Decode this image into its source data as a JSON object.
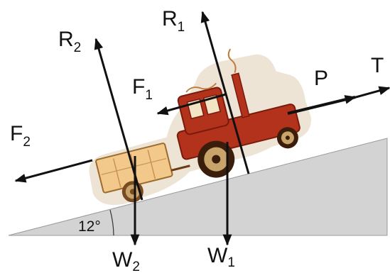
{
  "labels": {
    "R1": {
      "main": "R",
      "sub": "1"
    },
    "R2": {
      "main": "R",
      "sub": "2"
    },
    "F1": {
      "main": "F",
      "sub": "1"
    },
    "F2": {
      "main": "F",
      "sub": "2"
    },
    "W1": {
      "main": "W",
      "sub": "1"
    },
    "W2": {
      "main": "W",
      "sub": "2"
    },
    "P": "P",
    "T": "T",
    "angle": "12°"
  },
  "colors": {
    "slope_fill": "#d3d3d3",
    "slope_edge": "#9a9a9a",
    "arrow": "#111111",
    "tractor_body": "#b2321c",
    "tractor_dark": "#7a1a0c",
    "wheel": "#c8a36a",
    "trailer": "#f2c98a",
    "trailer_edge": "#9c6b2d",
    "halo": "#eadfcf"
  },
  "icons": {
    "vehicle": "tractor-with-trailer-clipart"
  }
}
